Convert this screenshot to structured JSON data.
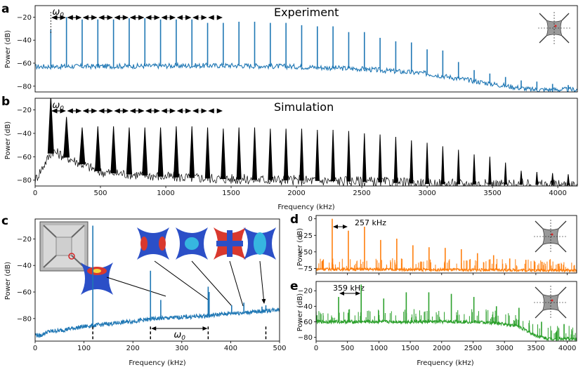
{
  "panels": {
    "a": {
      "label": "a",
      "title": "Experiment",
      "ylabel": "Power (dB)"
    },
    "b": {
      "label": "b",
      "title": "Simulation",
      "ylabel": "Power (dB)",
      "xlabel": "Frequency (kHz)"
    },
    "c": {
      "label": "c",
      "ylabel": "Power (dB)",
      "xlabel": "Frequency (kHz)",
      "omega_label": "ω0"
    },
    "d": {
      "label": "d",
      "ylabel": "Power (dB)",
      "annotation": "257 kHz"
    },
    "e": {
      "label": "e",
      "ylabel": "Power (dB)",
      "xlabel": "Frequency (kHz)",
      "annotation": "359 kHz"
    }
  },
  "omega_text": {
    "base": "ω",
    "sub": "0"
  },
  "colors": {
    "experiment": "#1f77b4",
    "simulation": "#000000",
    "panel_d": "#ff7f0e",
    "panel_e": "#2ca02c",
    "marker": "#d62728"
  },
  "chart_data": [
    {
      "panel": "a",
      "type": "line",
      "title": "Experiment",
      "xlabel": "",
      "ylabel": "Power (dB)",
      "xlim": [
        0,
        4150
      ],
      "ylim": [
        -85,
        -10
      ],
      "yticks": [
        -20,
        -40,
        -60,
        -80
      ],
      "series": [
        {
          "color": "#1f77b4",
          "noise_floor": [
            [
              0,
              -63
            ],
            [
              1500,
              -62
            ],
            [
              2000,
              -63
            ],
            [
              2500,
              -65
            ],
            [
              3000,
              -69
            ],
            [
              3500,
              -78
            ],
            [
              3800,
              -83
            ],
            [
              4150,
              -83
            ]
          ],
          "peaks_x": [
            120,
            240,
            360,
            480,
            600,
            720,
            840,
            960,
            1080,
            1200,
            1320,
            1440,
            1560,
            1680,
            1800,
            1920,
            2040,
            2160,
            2280,
            2400,
            2520,
            2640,
            2760,
            2880,
            3000,
            3120,
            3240,
            3360,
            3480,
            3600,
            3720,
            3840,
            3960,
            4080
          ],
          "peaks_y": [
            -31,
            -20,
            -22,
            -22,
            -22,
            -21,
            -21,
            -22,
            -22,
            -22,
            -25,
            -25,
            -24,
            -24,
            -25,
            -25,
            -27,
            -28,
            -28,
            -33,
            -33,
            -38,
            -41,
            -42,
            -48,
            -49,
            -59,
            -66,
            -69,
            -72,
            -75,
            -76,
            -78,
            -79
          ]
        }
      ]
    },
    {
      "panel": "b",
      "type": "line",
      "title": "Simulation",
      "xlabel": "Frequency (kHz)",
      "ylabel": "Power (dB)",
      "xlim": [
        0,
        4150
      ],
      "ylim": [
        -85,
        -10
      ],
      "xticks": [
        0,
        500,
        1000,
        1500,
        2000,
        2500,
        3000,
        3500,
        4000
      ],
      "yticks": [
        -20,
        -40,
        -60,
        -80
      ],
      "series": [
        {
          "color": "#000000",
          "noise_floor": [
            [
              0,
              -80
            ],
            [
              130,
              -55
            ],
            [
              500,
              -73
            ],
            [
              1000,
              -77
            ],
            [
              1500,
              -79
            ],
            [
              2000,
              -80
            ],
            [
              2500,
              -81
            ],
            [
              3000,
              -83
            ],
            [
              4150,
              -84
            ]
          ],
          "peaks_x": [
            120,
            240,
            360,
            480,
            600,
            720,
            840,
            960,
            1080,
            1200,
            1320,
            1440,
            1560,
            1680,
            1800,
            1920,
            2040,
            2160,
            2280,
            2400,
            2520,
            2640,
            2760,
            2880,
            3000,
            3120,
            3240,
            3360,
            3480,
            3600,
            3720,
            3840,
            3960,
            4080
          ],
          "peaks_y": [
            -8,
            -26,
            -35,
            -34,
            -34,
            -35,
            -35,
            -35,
            -34,
            -34,
            -35,
            -36,
            -35,
            -35,
            -36,
            -36,
            -36,
            -37,
            -37,
            -38,
            -40,
            -41,
            -43,
            -46,
            -48,
            -51,
            -54,
            -58,
            -60,
            -65,
            -72,
            -73,
            -74,
            -75
          ]
        }
      ]
    },
    {
      "panel": "c",
      "type": "line",
      "xlabel": "Frequency (kHz)",
      "ylabel": "Power (dB)",
      "xlim": [
        0,
        500
      ],
      "ylim": [
        -97,
        -5
      ],
      "xticks": [
        0,
        100,
        200,
        300,
        400,
        500
      ],
      "yticks": [
        -20,
        -40,
        -60,
        -80
      ],
      "series": [
        {
          "color": "#1f77b4",
          "noise_floor": [
            [
              0,
              -92
            ],
            [
              10,
              -93
            ],
            [
              25,
              -90
            ],
            [
              50,
              -89
            ],
            [
              100,
              -86
            ],
            [
              150,
              -84
            ],
            [
              200,
              -82
            ],
            [
              250,
              -80
            ],
            [
              300,
              -79
            ],
            [
              350,
              -78
            ],
            [
              400,
              -76
            ],
            [
              450,
              -75
            ],
            [
              500,
              -73
            ]
          ],
          "peaks_x": [
            118,
            236,
            257,
            354,
            356,
            402,
            427,
            464,
            472
          ],
          "peaks_y": [
            -10,
            -44,
            -66,
            -56,
            -60,
            -70,
            -68,
            -71,
            -70
          ]
        }
      ],
      "omega_marker": {
        "from": 236,
        "to": 354
      },
      "dashed_markers": [
        118,
        236,
        354,
        472
      ]
    },
    {
      "panel": "d",
      "type": "line",
      "xlabel": "",
      "ylabel": "Power (dB)",
      "xlim": [
        0,
        4150
      ],
      "ylim": [
        -82,
        5
      ],
      "xticks": [
        0,
        500,
        1000,
        1500,
        2000,
        2500,
        3000,
        3500,
        4000
      ],
      "yticks": [
        0,
        -25,
        -50,
        -75
      ],
      "series": [
        {
          "color": "#ff7f0e",
          "noise_floor": [
            [
              0,
              -76
            ],
            [
              4150,
              -78
            ]
          ],
          "peaks_x": [
            257,
            514,
            771,
            1028,
            1285,
            1542,
            1799,
            2056,
            2313,
            2570,
            2827,
            3084,
            3341,
            3598,
            3855,
            4112
          ],
          "peaks_y": [
            0,
            -18,
            -12,
            -32,
            -30,
            -40,
            -43,
            -44,
            -46,
            -52,
            -55,
            -60,
            -62,
            -65,
            -68,
            -70
          ]
        }
      ],
      "annotation": "257 kHz"
    },
    {
      "panel": "e",
      "type": "line",
      "xlabel": "Frequency (kHz)",
      "ylabel": "Power (dB)",
      "xlim": [
        0,
        4150
      ],
      "ylim": [
        -85,
        -8
      ],
      "xticks": [
        0,
        500,
        1000,
        1500,
        2000,
        2500,
        3000,
        3500,
        4000
      ],
      "yticks": [
        -20,
        -40,
        -60,
        -80
      ],
      "series": [
        {
          "color": "#2ca02c",
          "noise_floor": [
            [
              0,
              -60
            ],
            [
              2500,
              -60
            ],
            [
              2900,
              -62
            ],
            [
              3200,
              -65
            ],
            [
              3500,
              -78
            ],
            [
              3700,
              -82
            ],
            [
              4150,
              -82
            ]
          ],
          "peaks_x": [
            359,
            718,
            1077,
            1436,
            1795,
            2154,
            2513,
            2872,
            3231,
            3590,
            3949
          ],
          "peaks_y": [
            -28,
            -12,
            -30,
            -22,
            -22,
            -24,
            -28,
            -40,
            -42,
            -60,
            -63
          ]
        }
      ],
      "annotation": "359 kHz"
    }
  ]
}
